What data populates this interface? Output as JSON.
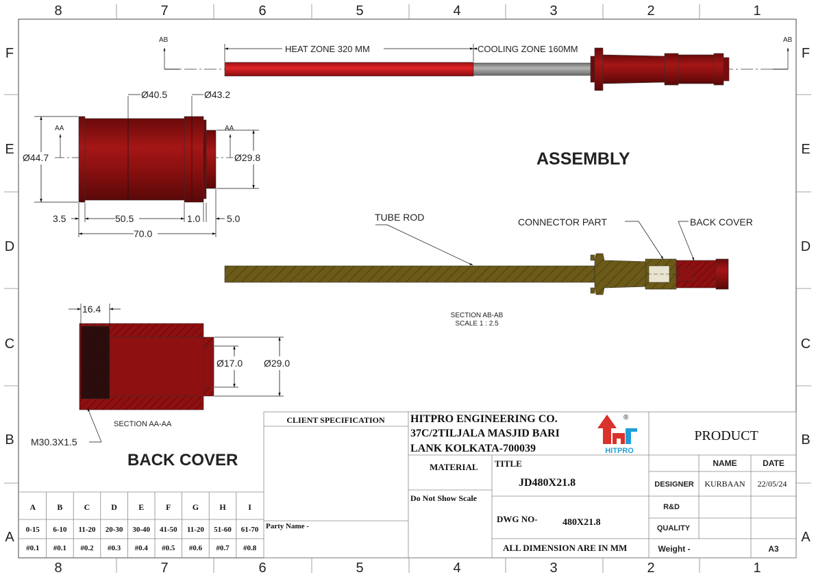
{
  "frame": {
    "columns": [
      "8",
      "7",
      "6",
      "5",
      "4",
      "3",
      "2",
      "1"
    ],
    "rows": [
      "F",
      "E",
      "D",
      "C",
      "B",
      "A"
    ]
  },
  "assembly": {
    "title": "ASSEMBLY",
    "heat_zone_label": "HEAT ZONE 320 MM",
    "cooling_zone_label": "COOLING ZONE 160MM",
    "section_marker": "AB",
    "tube_rod_label": "TUBE ROD",
    "connector_label": "CONNECTOR PART",
    "back_cover_label": "BACK COVER",
    "section_caption": "SECTION AB-AB",
    "scale_caption": "SCALE 1 : 2.5"
  },
  "back_cover_view": {
    "section_marker": "AA",
    "dim_d40_5": "Ø40.5",
    "dim_d43_2": "Ø43.2",
    "dim_d44_7": "Ø44.7",
    "dim_d29_8": "Ø29.8",
    "dim_3_5": "3.5",
    "dim_50_5": "50.5",
    "dim_1_0": "1.0",
    "dim_5_0": "5.0",
    "dim_70_0": "70.0"
  },
  "section_aa": {
    "dim_16_4": "16.4",
    "dim_d17_0": "Ø17.0",
    "dim_d29_0": "Ø29.0",
    "thread_label": "M30.3X1.5",
    "caption": "SECTION AA-AA",
    "part_title": "BACK COVER"
  },
  "tolerance_table": {
    "headers": [
      "A",
      "B",
      "C",
      "D",
      "E",
      "F",
      "G",
      "H",
      "I"
    ],
    "ranges": [
      "0-15",
      "6-10",
      "11-20",
      "20-30",
      "30-40",
      "41-50",
      "11-20",
      "51-60",
      "61-70"
    ],
    "tolerances": [
      "#0.1",
      "#0.1",
      "#0.2",
      "#0.3",
      "#0.4",
      "#0.5",
      "#0.6",
      "#0.7",
      "#0.8"
    ]
  },
  "title_block": {
    "client_spec": "CLIENT SPECIFICATION",
    "party_name": "Party Name -",
    "company_line1": "HITPRO ENGINEERING CO.",
    "company_line2": "37C/2TILJALA MASJID BARI",
    "company_line3": "LANK KOLKATA-700039",
    "logo_text": "HITPRO",
    "registered_mark": "®",
    "material_label": "MATERIAL",
    "do_not_scale": "Do Not Show Scale",
    "title_label": "TITLE",
    "title_value": "JD480X21.8",
    "dwg_label": "DWG NO-",
    "dwg_value": "480X21.8",
    "all_dim_note": "ALL DIMENSION ARE IN MM",
    "product_label": "PRODUCT",
    "name_header": "NAME",
    "date_header": "DATE",
    "designer_label": "DESIGNER",
    "designer_name": "KURBAAN",
    "designer_date": "22/05/24",
    "rnd_label": "R&D",
    "quality_label": "QUALITY",
    "weight_label": "Weight -",
    "sheet_size": "A3"
  },
  "colors": {
    "heat_zone": "#c0191c",
    "cooling_zone": "#9a9a9a",
    "body_red": "#8e1010",
    "section_hatch": "#6b5a18",
    "logo_red": "#d9312b",
    "logo_blue": "#1f9fd8"
  }
}
